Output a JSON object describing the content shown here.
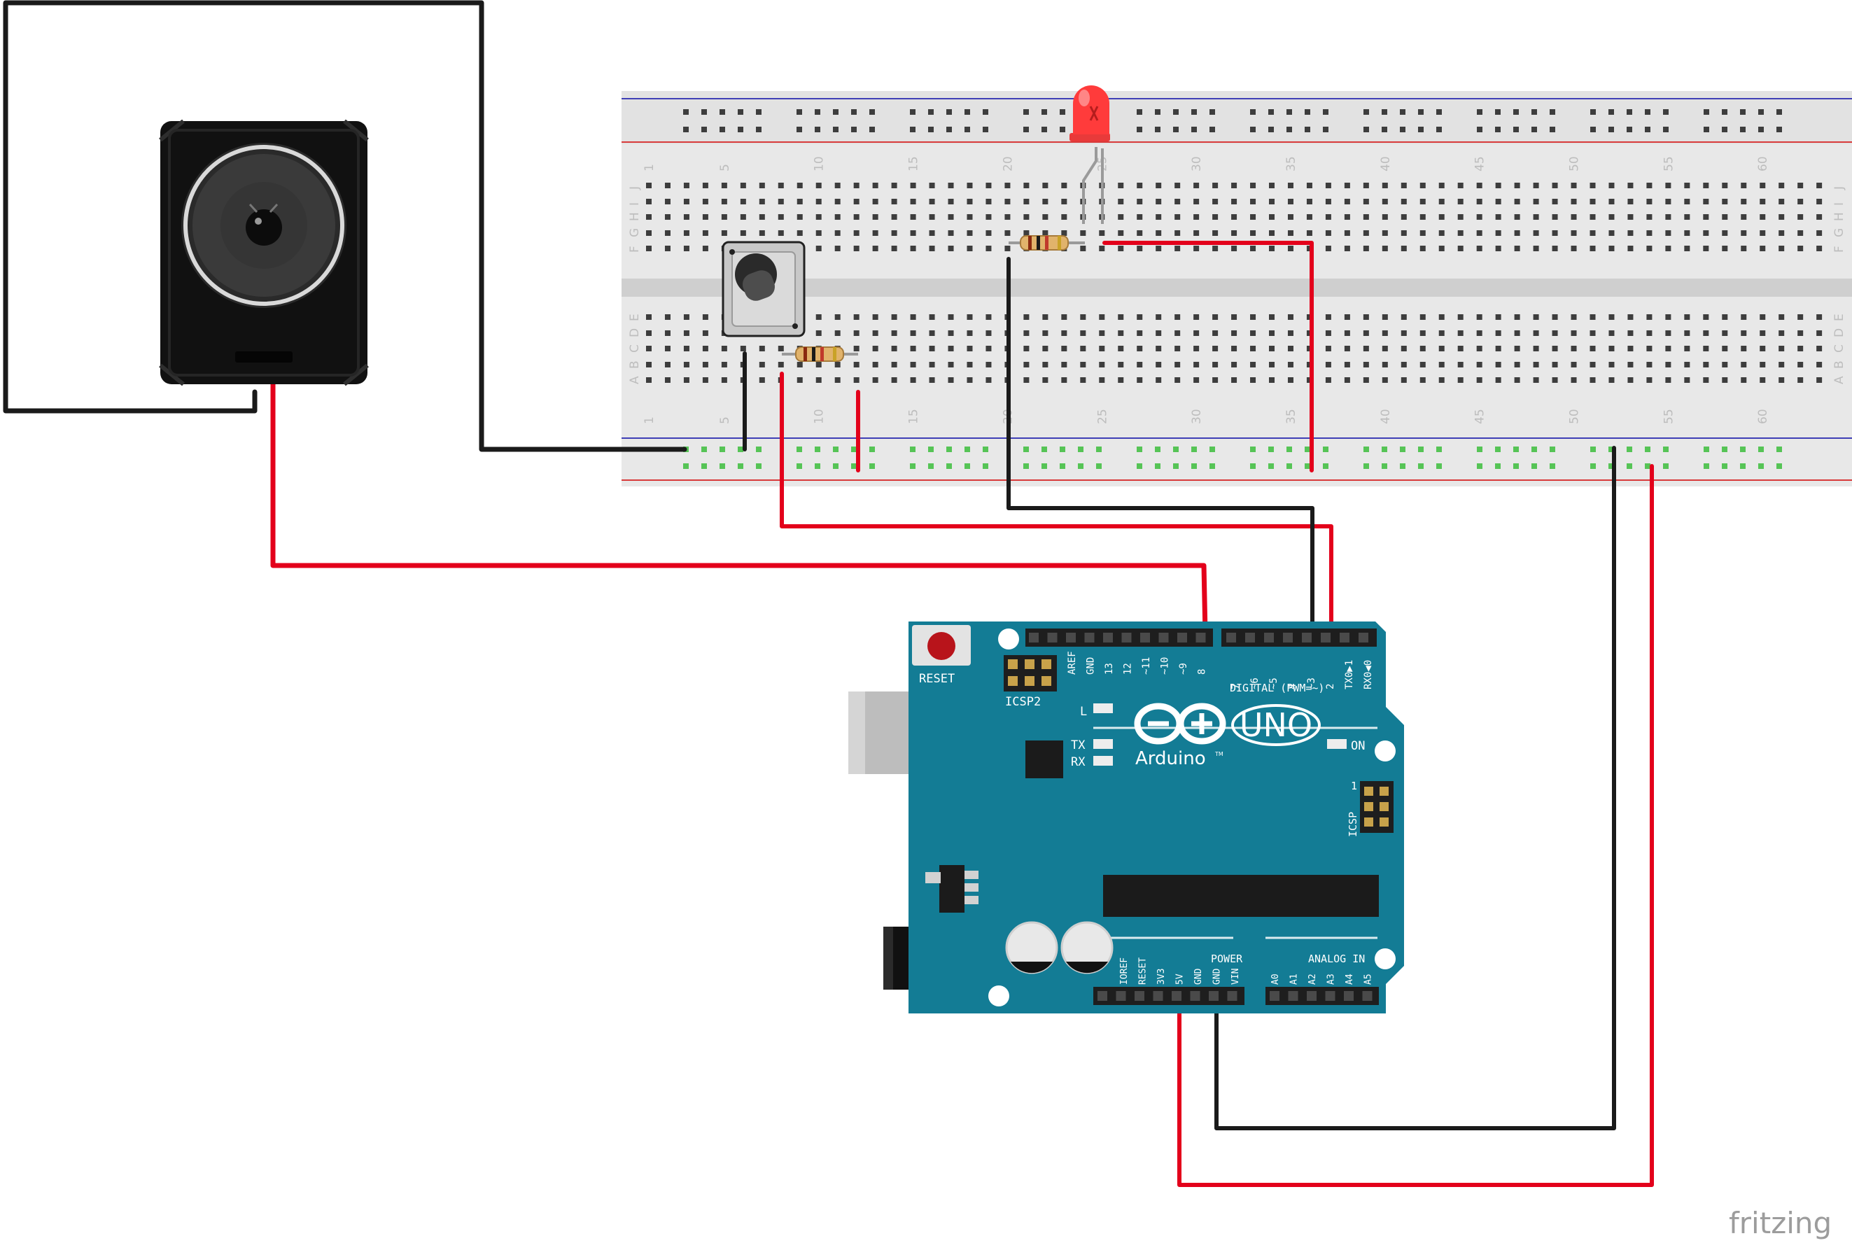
{
  "breadboard": {
    "column_numbers": [
      "1",
      "5",
      "10",
      "15",
      "20",
      "25",
      "30",
      "35",
      "40",
      "45",
      "50",
      "55",
      "60"
    ],
    "row_letters_top": [
      "J",
      "I",
      "H",
      "G",
      "F"
    ],
    "row_letters_bottom": [
      "E",
      "D",
      "C",
      "B",
      "A"
    ]
  },
  "arduino": {
    "reset_label": "RESET",
    "icsp2_label": "ICSP2",
    "icsp_label": "ICSP",
    "icsp_pin1": "1",
    "l_label": "L",
    "tx_label": "TX",
    "rx_label": "RX",
    "on_label": "ON",
    "brand": "Arduino",
    "tm": "TM",
    "model": "UNO",
    "digital_label": "DIGITAL (PWM=~)",
    "power_label": "POWER",
    "analog_label": "ANALOG IN",
    "digital_pins_left": [
      "AREF",
      "GND",
      "13",
      "12",
      "~11",
      "~10",
      "~9",
      "8"
    ],
    "digital_pins_right": [
      "7",
      "~6",
      "~5",
      "4",
      "~3",
      "2",
      "TX0▶1",
      "RX0◀0"
    ],
    "power_pins": [
      "IOREF",
      "RESET",
      "3V3",
      "5V",
      "GND",
      "GND",
      "VIN"
    ],
    "analog_pins": [
      "A0",
      "A1",
      "A2",
      "A3",
      "A4",
      "A5"
    ]
  },
  "watermark": "fritzing",
  "colors": {
    "wire_red": "#e3001b",
    "wire_black": "#1a1a1a",
    "board_teal": "#137c95",
    "breadboard": "#e6e6e6",
    "led_red": "#ff2b2b"
  }
}
